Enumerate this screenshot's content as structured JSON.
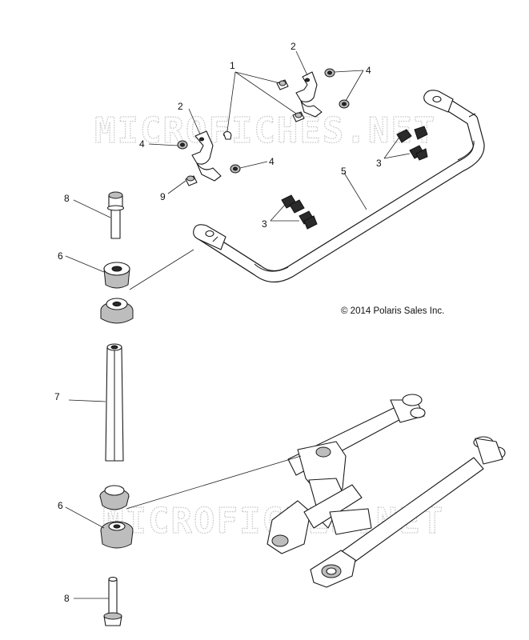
{
  "diagram": {
    "watermark_top": "MICROFICHES.NET",
    "watermark_bottom": "MICROFICHES.NET",
    "copyright": "© 2014 Polaris Sales Inc.",
    "callouts": {
      "c1": "1",
      "c2a": "2",
      "c2b": "2",
      "c3a": "3",
      "c3b": "3",
      "c4a": "4",
      "c4b": "4",
      "c4c": "4",
      "c5": "5",
      "c6a": "6",
      "c6b": "6",
      "c7": "7",
      "c8a": "8",
      "c8b": "8",
      "c9": "9"
    }
  }
}
